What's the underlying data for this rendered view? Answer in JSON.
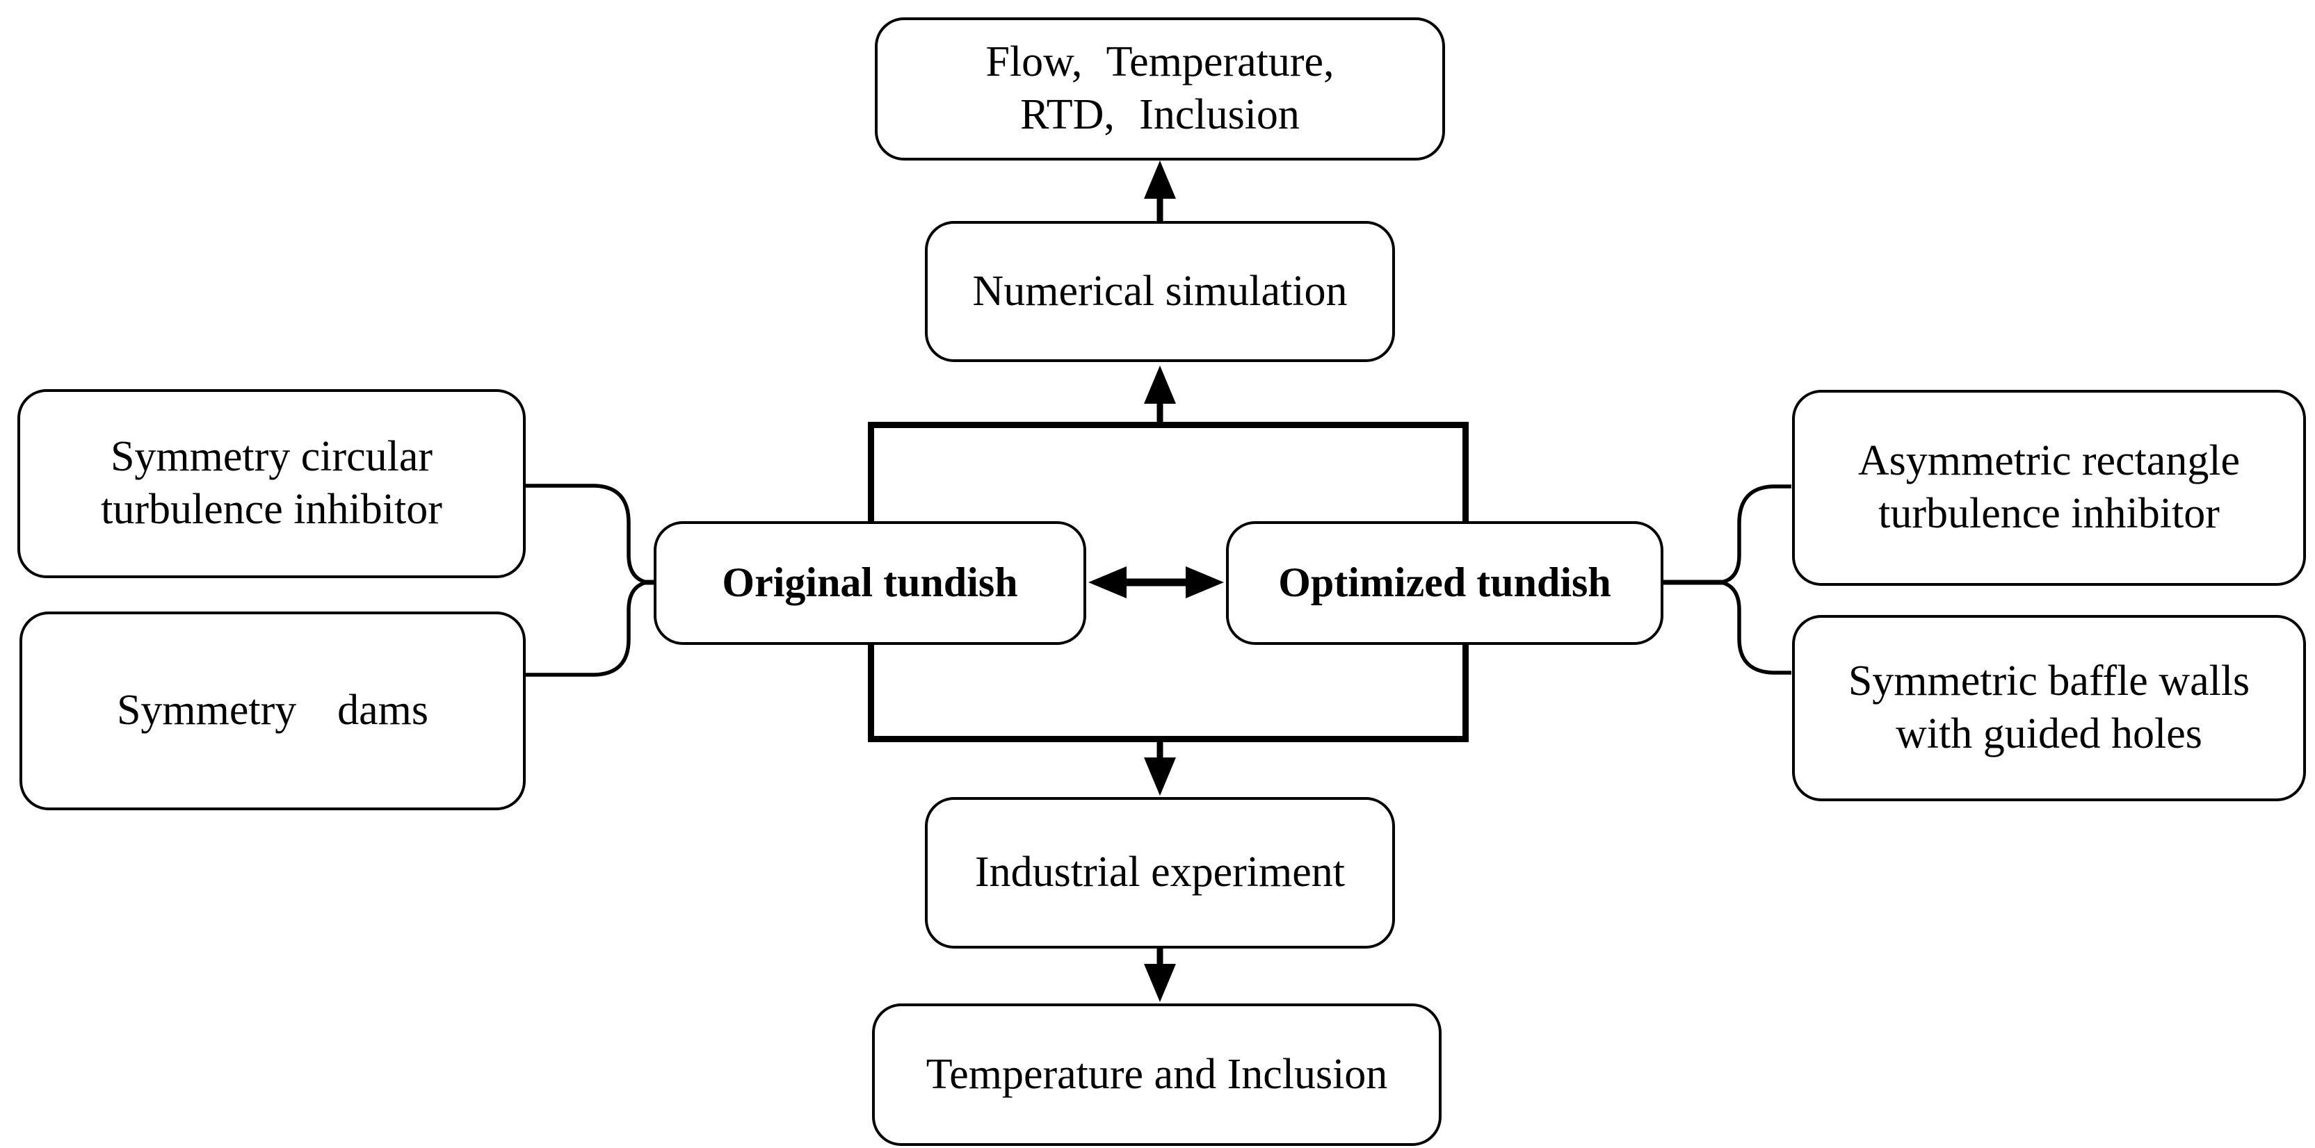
{
  "figure": {
    "type": "flowchart",
    "background_color": "#ffffff",
    "stroke_color": "#000000"
  },
  "boxes": {
    "flow_results": {
      "lines": [
        "Flow,  Temperature,",
        "RTD,  Inclusion"
      ]
    },
    "numerical_simulation": {
      "lines": [
        "Numerical simulation"
      ]
    },
    "original_tundish": {
      "lines": [
        "Original tundish"
      ]
    },
    "optimized_tundish": {
      "lines": [
        "Optimized tundish"
      ]
    },
    "industrial_experiment": {
      "lines": [
        "Industrial experiment"
      ]
    },
    "temperature_inclusion": {
      "lines": [
        "Temperature and Inclusion"
      ]
    },
    "symmetry_circular": {
      "lines": [
        "Symmetry circular",
        "turbulence inhibitor"
      ]
    },
    "symmetry_dams": {
      "lines": [
        "Symmetry  dams"
      ]
    },
    "asymmetric_rectangle": {
      "lines": [
        "Asymmetric rectangle",
        "turbulence inhibitor"
      ]
    },
    "symmetric_baffle": {
      "lines": [
        "Symmetric baffle walls",
        "with guided holes"
      ]
    }
  },
  "connections": [
    {
      "from": "central-frame",
      "to": "numerical_simulation",
      "style": "arrow-up"
    },
    {
      "from": "numerical_simulation",
      "to": "flow_results",
      "style": "arrow-up"
    },
    {
      "from": "original_tundish",
      "to": "optimized_tundish",
      "style": "double-arrow"
    },
    {
      "from": "central-frame",
      "to": "industrial_experiment",
      "style": "arrow-down"
    },
    {
      "from": "industrial_experiment",
      "to": "temperature_inclusion",
      "style": "arrow-down"
    },
    {
      "from": "symmetry_circular + symmetry_dams",
      "to": "original_tundish",
      "style": "brace"
    },
    {
      "from": "optimized_tundish",
      "to": "asymmetric_rectangle + symmetric_baffle",
      "style": "brace"
    }
  ]
}
